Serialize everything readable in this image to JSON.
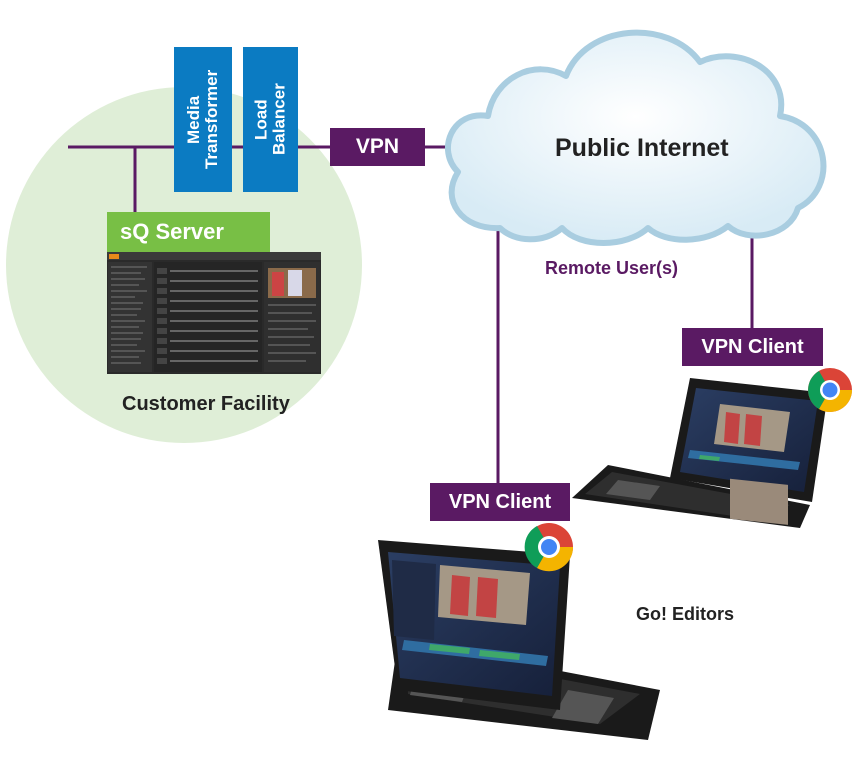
{
  "diagram": {
    "facility_label": "Customer Facility",
    "server_label": "sQ Server",
    "media_transformer_label": [
      "Media",
      "Transformer"
    ],
    "load_balancer_label": [
      "Load",
      "Balancer"
    ],
    "vpn_label": "VPN",
    "internet_label": "Public Internet",
    "remote_users_label": "Remote User(s)",
    "vpn_client_right_label": "VPN Client",
    "vpn_client_left_label": "VPN Client",
    "editors_label": "Go! Editors"
  },
  "colors": {
    "facility_circle": "#dfeed7",
    "server_banner": "#78bf45",
    "blue_box": "#0b7bc2",
    "purple": "#5a1a63",
    "cloud_stroke": "#a9cde0",
    "laptop_body": "#1a1a1a"
  },
  "icons": [
    "chrome-icon",
    "laptop-icon",
    "cloud-icon"
  ]
}
